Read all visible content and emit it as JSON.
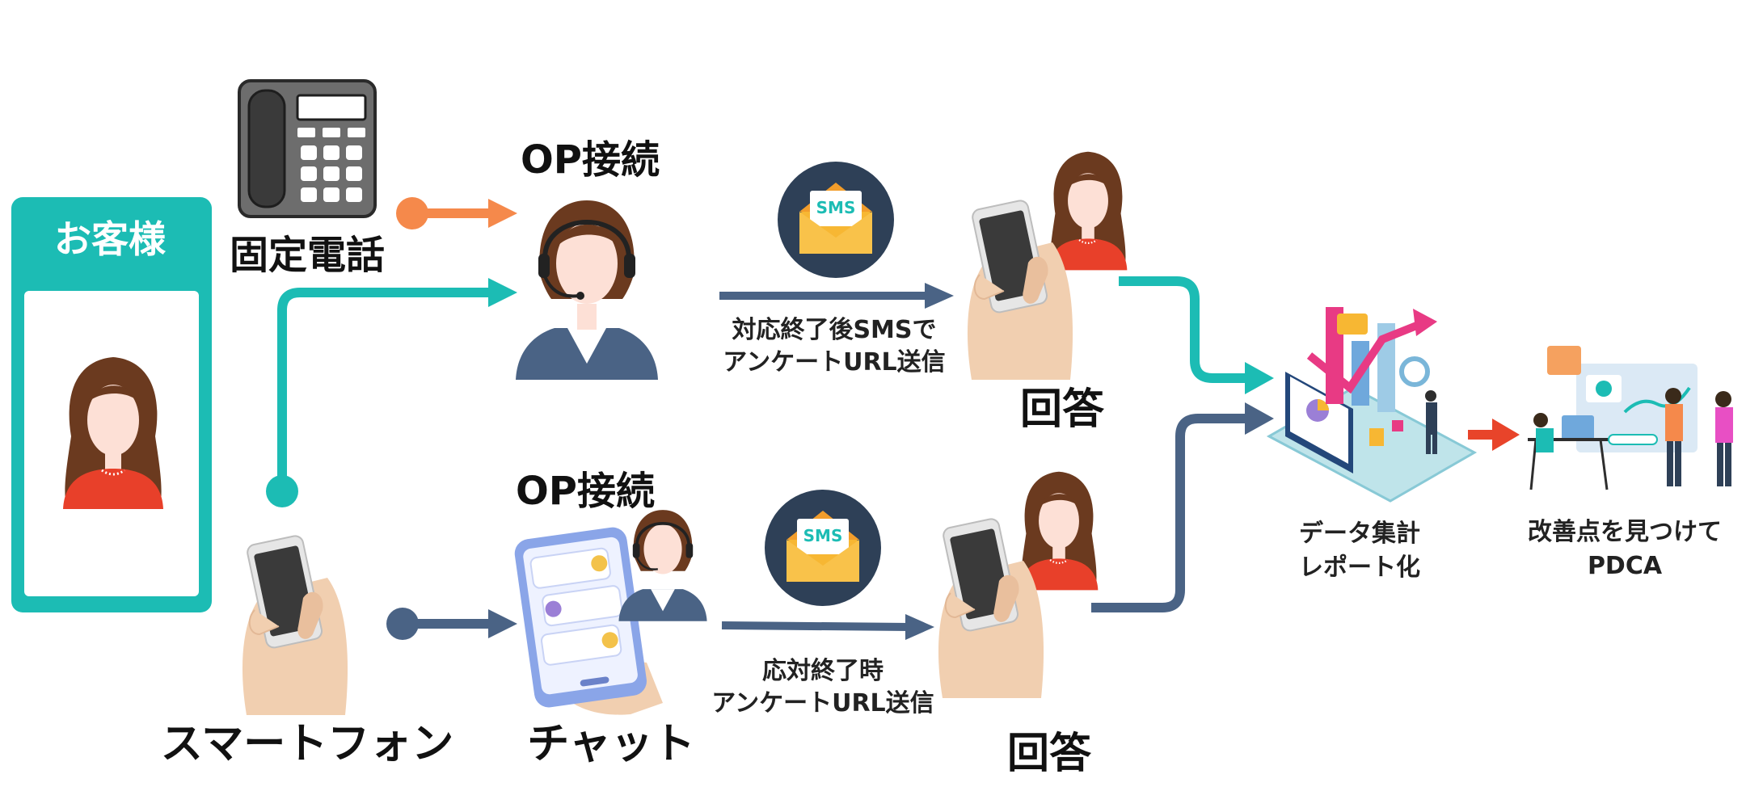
{
  "colors": {
    "teal": "#1cbcb4",
    "orange": "#f5894b",
    "navy": "#4a6385",
    "red_arrow": "#e8442a",
    "envelope": "#f7b733",
    "badge": "#2e4057"
  },
  "customer": {
    "title": "お客様"
  },
  "landline": {
    "label": "固定電話"
  },
  "smartphone": {
    "label": "スマートフォン"
  },
  "chat": {
    "label": "チャット"
  },
  "op_top": {
    "label": "OP接続"
  },
  "op_bottom": {
    "label": "OP接続"
  },
  "sms_top": {
    "badge": "SMS",
    "caption_line1": "対応終了後SMSで",
    "caption_line2": "アンケートURL送信"
  },
  "sms_bottom": {
    "badge": "SMS",
    "caption_line1": "応対終了時",
    "caption_line2": "アンケートURL送信"
  },
  "answer_top": {
    "label": "回答"
  },
  "answer_bottom": {
    "label": "回答"
  },
  "report": {
    "line1": "データ集計",
    "line2": "レポート化"
  },
  "pdca": {
    "line1": "改善点を見つけて",
    "line2": "PDCA"
  }
}
